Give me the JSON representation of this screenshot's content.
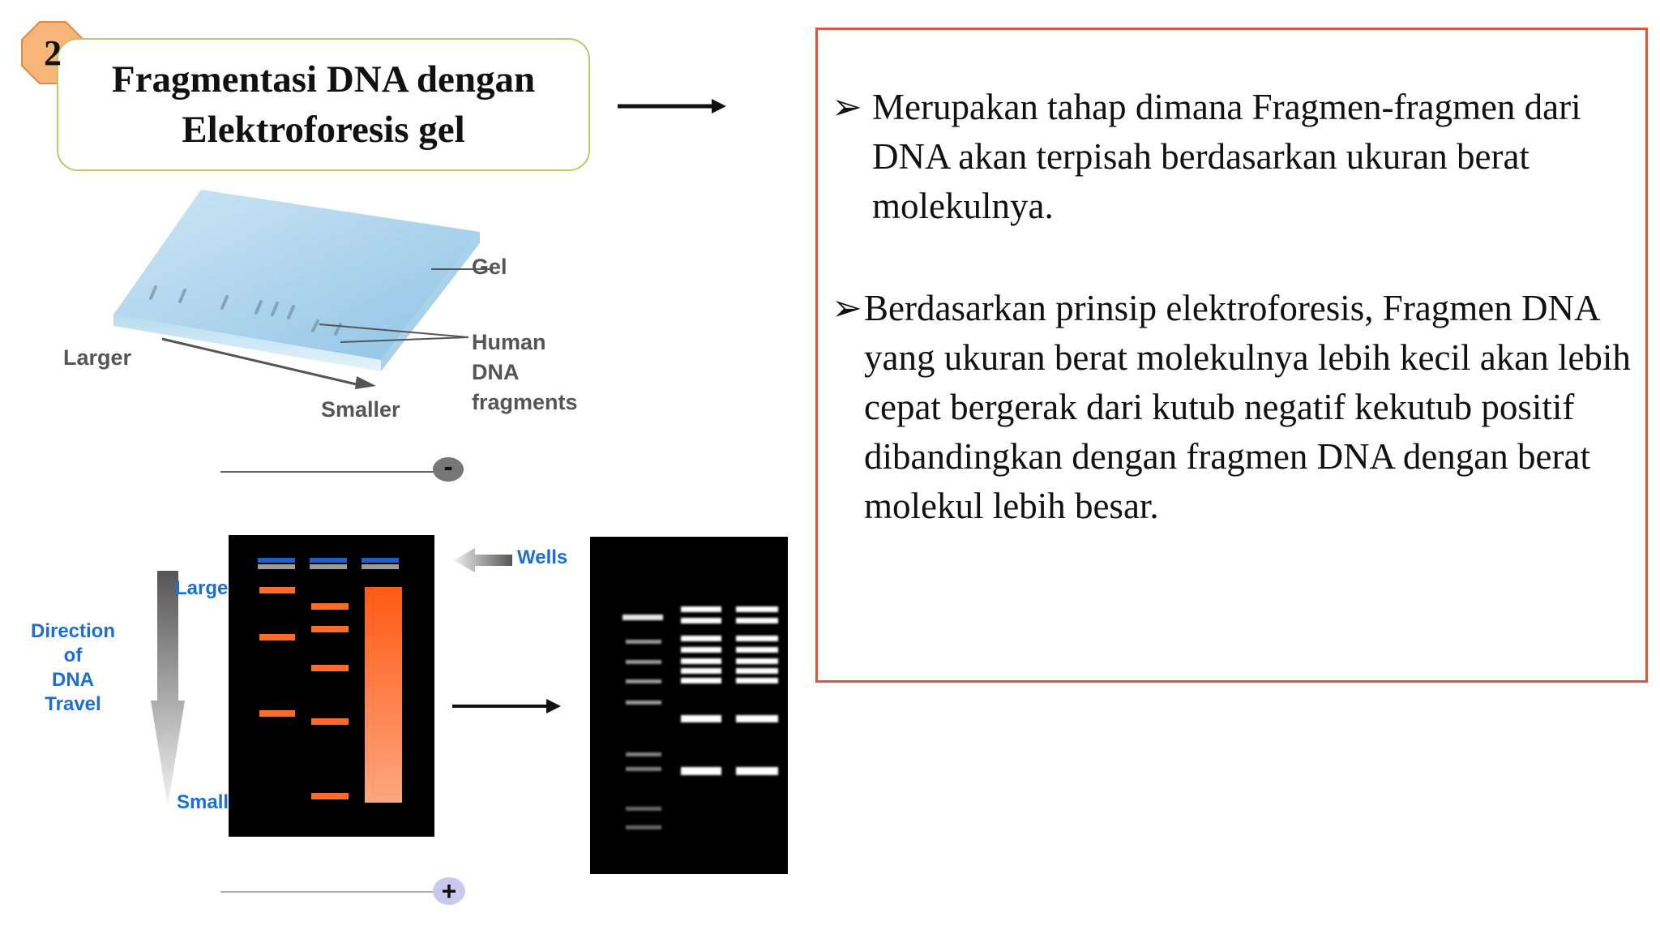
{
  "step": {
    "number": "2"
  },
  "title": {
    "line1": "Fragmentasi DNA dengan",
    "line2": "Elektroforesis gel"
  },
  "bullets": [
    {
      "marker": "➢",
      "text": "Merupakan tahap dimana Fragmen-fragmen dari DNA akan terpisah berdasarkan ukuran berat molekulnya."
    },
    {
      "marker": "➢",
      "text": "Berdasarkan prinsip elektroforesis,  Fragmen DNA yang ukuran berat molekulnya lebih kecil akan lebih cepat bergerak dari kutub negatif kekutub positif dibandingkan dengan fragmen DNA  dengan berat molekul lebih besar."
    }
  ],
  "gel_diagram": {
    "gel_label": "Gel",
    "fragments_label": [
      "Human",
      "DNA",
      "fragments"
    ],
    "larger_label": "Larger",
    "smaller_label": "Smaller"
  },
  "electrophoresis": {
    "negative_symbol": "-",
    "positive_symbol": "+",
    "wells_label": "Wells",
    "large_label": "Large",
    "small_label": "Small",
    "direction_label": [
      "Direction",
      "of",
      "DNA",
      "Travel"
    ]
  },
  "colors": {
    "title_border": "#b5cc6a",
    "badge_fill": "#f7b57a",
    "info_border": "#d9593c",
    "band_orange": "#ff6a2a",
    "well_blue": "#1e5fcf",
    "label_blue": "#1b6fd4"
  }
}
